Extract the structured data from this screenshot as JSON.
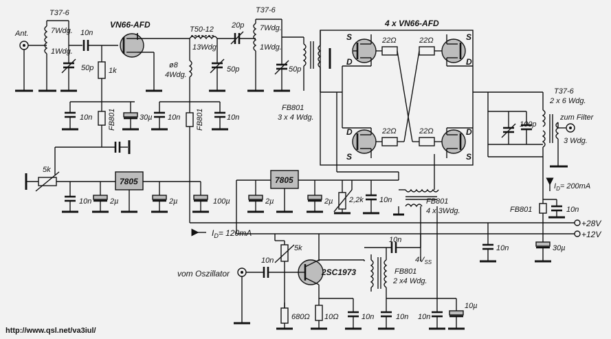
{
  "labels": {
    "t37_in": "T37-6",
    "t37_in_w1": "7Wdg.",
    "t37_in_w2": "1Wdg.",
    "ant": "Ant.",
    "c10n_in": "10n",
    "vn66_drv": "VN66-AFD",
    "c50p_in": "50p",
    "r1k": "1k",
    "t50": "T50-12",
    "t50_w": "13Wdg.",
    "c20p": "20p",
    "t37_mid": "T37-6",
    "t37_mid_w1": "7Wdg.",
    "t37_mid_w2": "1Wdg.",
    "coil_d8": "ø8",
    "coil_d8_w": "4Wdg.",
    "c50p_mid": "50p",
    "c50p_right": "50p",
    "c10n_a": "10n",
    "fb801_a": "FB801",
    "c30u_a": "30µ",
    "c10n_b": "10n",
    "fb801_b": "FB801",
    "c10n_c": "10n",
    "pot5k_a": "5k",
    "reg7805_a": "7805",
    "c10n_d": "10n",
    "c2u_a": "2µ",
    "c2u_b": "2µ",
    "c100u": "100µ",
    "reg7805_b": "7805",
    "c2u_c": "2µ",
    "c2u_d": "2µ",
    "pot22k": "2,2k",
    "c10n_e": "10n",
    "pa_title": "4 x VN66-AFD",
    "s1": "S",
    "s2": "S",
    "s3": "S",
    "s4": "S",
    "d1": "D",
    "d2": "D",
    "d3": "D",
    "d4": "D",
    "r22a": "22Ω",
    "r22b": "22Ω",
    "r22c": "22Ω",
    "r22d": "22Ω",
    "fb801_in": "FB801",
    "fb801_in_w": "3 x 4 Wdg.",
    "fb801_out": "FB801",
    "fb801_out_w": "4 x 3Wdg.",
    "c100p": "100p",
    "t37_out": "T37-6",
    "t37_out_w": "2 x 6 Wdg.",
    "zum_filter": "zum Filter",
    "t37_out_w2": "3 Wdg.",
    "id200": "I",
    "id200_sub": "D",
    "id200_val": "= 200mA",
    "fb801_c": "FB801",
    "c10n_f": "10n",
    "v28": "+28V",
    "v12": "+12V",
    "id120": "I",
    "id120_sub": "D",
    "id120_val": "= 120mA",
    "c10n_g": "10n",
    "c30u_b": "30µ",
    "pot5k_b": "5k",
    "c10n_h": "10n",
    "c10n_osc": "10n",
    "vom_osz": "vom Oszillator",
    "q2sc": "2SC1973",
    "vss": "4V",
    "vss_sub": "SS",
    "fb801_d": "FB801",
    "fb801_d_w": "2 x4 Wdg.",
    "r680": "680Ω",
    "r10": "10Ω",
    "c10n_i": "10n",
    "c10n_j": "10n",
    "c10n_k": "10n",
    "c10u": "10µ",
    "url": "http://www.qsl.net/va3iul/"
  }
}
